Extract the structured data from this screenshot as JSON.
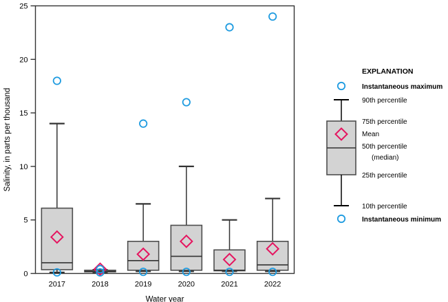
{
  "chart_data": {
    "type": "box",
    "title": "",
    "xlabel": "Water year",
    "ylabel": "Salinity, in parts per thousand",
    "categories": [
      "2017",
      "2018",
      "2019",
      "2020",
      "2021",
      "2022"
    ],
    "ylim": [
      0,
      25
    ],
    "yticks": [
      0,
      5,
      10,
      15,
      20,
      25
    ],
    "ytick_labels": [
      "0",
      "5",
      "10",
      "15",
      "20",
      "25"
    ],
    "grid": false,
    "legend_position": "right",
    "box_fill_color": "#d3d3d3",
    "box_line_color": "#4d4d4d",
    "mean_color": "#e5145f",
    "extreme_color": "#1e9be0",
    "boxes": [
      {
        "category": "2017",
        "instantaneous_maximum": 18.0,
        "p90": 14.0,
        "p75": 6.1,
        "mean": 3.4,
        "median": 1.0,
        "p25": 0.35,
        "p10": 0.1,
        "instantaneous_minimum": 0.1
      },
      {
        "category": "2018",
        "instantaneous_maximum": 0.4,
        "p90": 0.35,
        "p75": 0.3,
        "mean": 0.4,
        "median": 0.2,
        "p25": 0.15,
        "p10": 0.1,
        "instantaneous_minimum": 0.1
      },
      {
        "category": "2019",
        "instantaneous_maximum": 14.0,
        "p90": 6.5,
        "p75": 3.0,
        "mean": 1.8,
        "median": 1.2,
        "p25": 0.3,
        "p10": 0.2,
        "instantaneous_minimum": 0.15
      },
      {
        "category": "2020",
        "instantaneous_maximum": 16.0,
        "p90": 10.0,
        "p75": 4.5,
        "mean": 3.0,
        "median": 1.6,
        "p25": 0.3,
        "p10": 0.2,
        "instantaneous_minimum": 0.15
      },
      {
        "category": "2021",
        "instantaneous_maximum": 23.0,
        "p90": 5.0,
        "p75": 2.2,
        "mean": 1.3,
        "median": 0.3,
        "p25": 0.25,
        "p10": 0.2,
        "instantaneous_minimum": 0.15
      },
      {
        "category": "2022",
        "instantaneous_maximum": 24.0,
        "p90": 7.0,
        "p75": 3.0,
        "mean": 2.3,
        "median": 0.8,
        "p25": 0.3,
        "p10": 0.2,
        "instantaneous_minimum": 0.15
      }
    ]
  },
  "legend": {
    "title": "EXPLANATION",
    "items": [
      {
        "label": "Instantaneous maximum",
        "bold": true
      },
      {
        "label": "90th percentile",
        "bold": false
      },
      {
        "label": "75th percentile",
        "bold": false
      },
      {
        "label": "Mean",
        "bold": false
      },
      {
        "label": "50th percentile",
        "bold": false
      },
      {
        "label": "(median)",
        "bold": false
      },
      {
        "label": "25th percentile",
        "bold": false
      },
      {
        "label": "10th percentile",
        "bold": false
      },
      {
        "label": "Instantaneous minimum",
        "bold": true
      }
    ]
  }
}
